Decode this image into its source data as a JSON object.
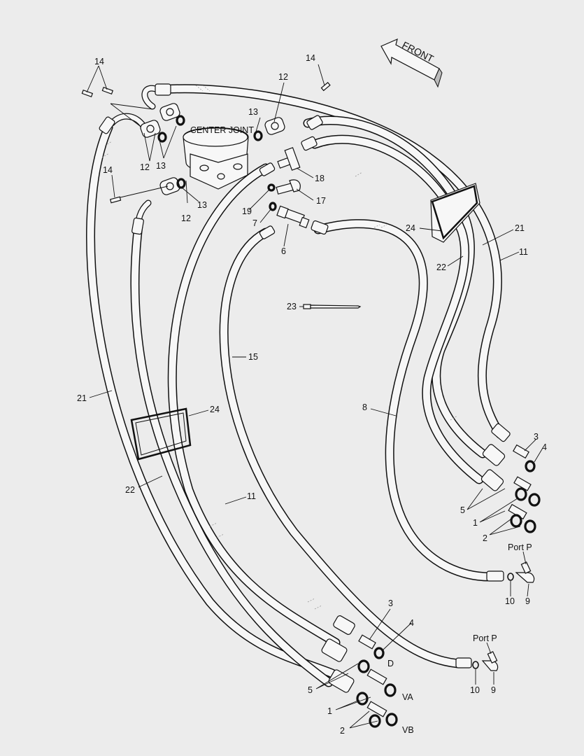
{
  "diagram": {
    "front_label": "FRONT",
    "center_joint_label": "CENTER JOINT",
    "callouts": {
      "c14a": "14",
      "c14b": "14",
      "c14c": "14",
      "c12a": "12",
      "c12b": "12",
      "c12c": "12",
      "c13a": "13",
      "c13b": "13",
      "c13c": "13",
      "c18": "18",
      "c17": "17",
      "c19": "19",
      "c7": "7",
      "c6": "6",
      "c23": "23",
      "c15": "15",
      "c8": "8",
      "c24a": "24",
      "c24b": "24",
      "c21a": "21",
      "c21b": "21",
      "c22a": "22",
      "c22b": "22",
      "c11a": "11",
      "c11b": "11",
      "c3a": "3",
      "c4a": "4",
      "c5a": "5",
      "c1a": "1",
      "c2a": "2",
      "c3b": "3",
      "c4b": "4",
      "c5b": "5",
      "c1b": "1",
      "c2b": "2",
      "c10a": "10",
      "c9a": "9",
      "c10b": "10",
      "c9b": "9"
    },
    "port_labels": {
      "port_p_right": "Port P",
      "port_p_bottom": "Port P",
      "d": "D",
      "va": "VA",
      "vb": "VB"
    }
  }
}
